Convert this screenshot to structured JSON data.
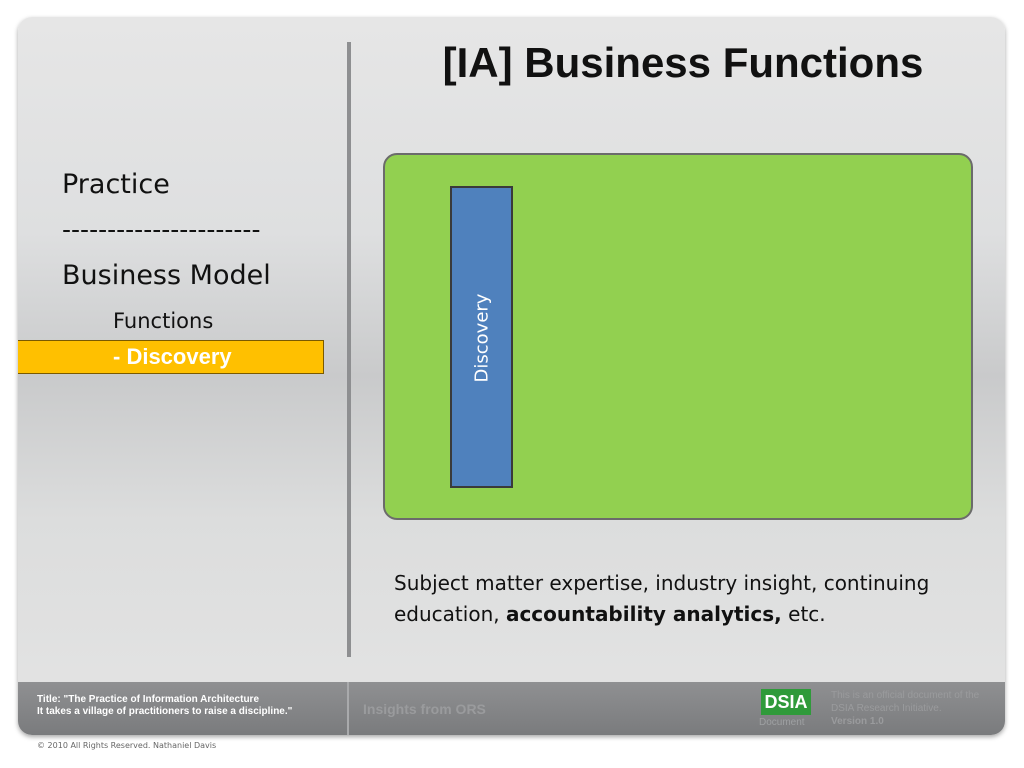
{
  "slide": {
    "title": "[IA] Business Functions"
  },
  "nav": {
    "practice": "Practice",
    "separator": "----------------------",
    "business_model": "Business Model",
    "functions": "Functions",
    "active_item": "- Discovery"
  },
  "diagram": {
    "bar_label": "Discovery"
  },
  "description": {
    "text_before": "Subject matter expertise, industry insight, continuing education, ",
    "bold_text": "accountability analytics,",
    "text_after": " etc."
  },
  "footer": {
    "title_line1": "Title: \"The Practice of Information Architecture",
    "title_line2": "It takes a village of practitioners to raise a discipline.\"",
    "middle": "Insights from ORS",
    "logo": "DSIA",
    "logo_sub": "Document",
    "official_line1": "This is an official document of the",
    "official_line2": "DSIA Research Initiative.",
    "version": "Version 1.0"
  },
  "copyright": "© 2010 All Rights Reserved. Nathaniel Davis",
  "colors": {
    "green_box": "#92d050",
    "blue_bar": "#4f81bd",
    "active_highlight": "#ffc000"
  }
}
